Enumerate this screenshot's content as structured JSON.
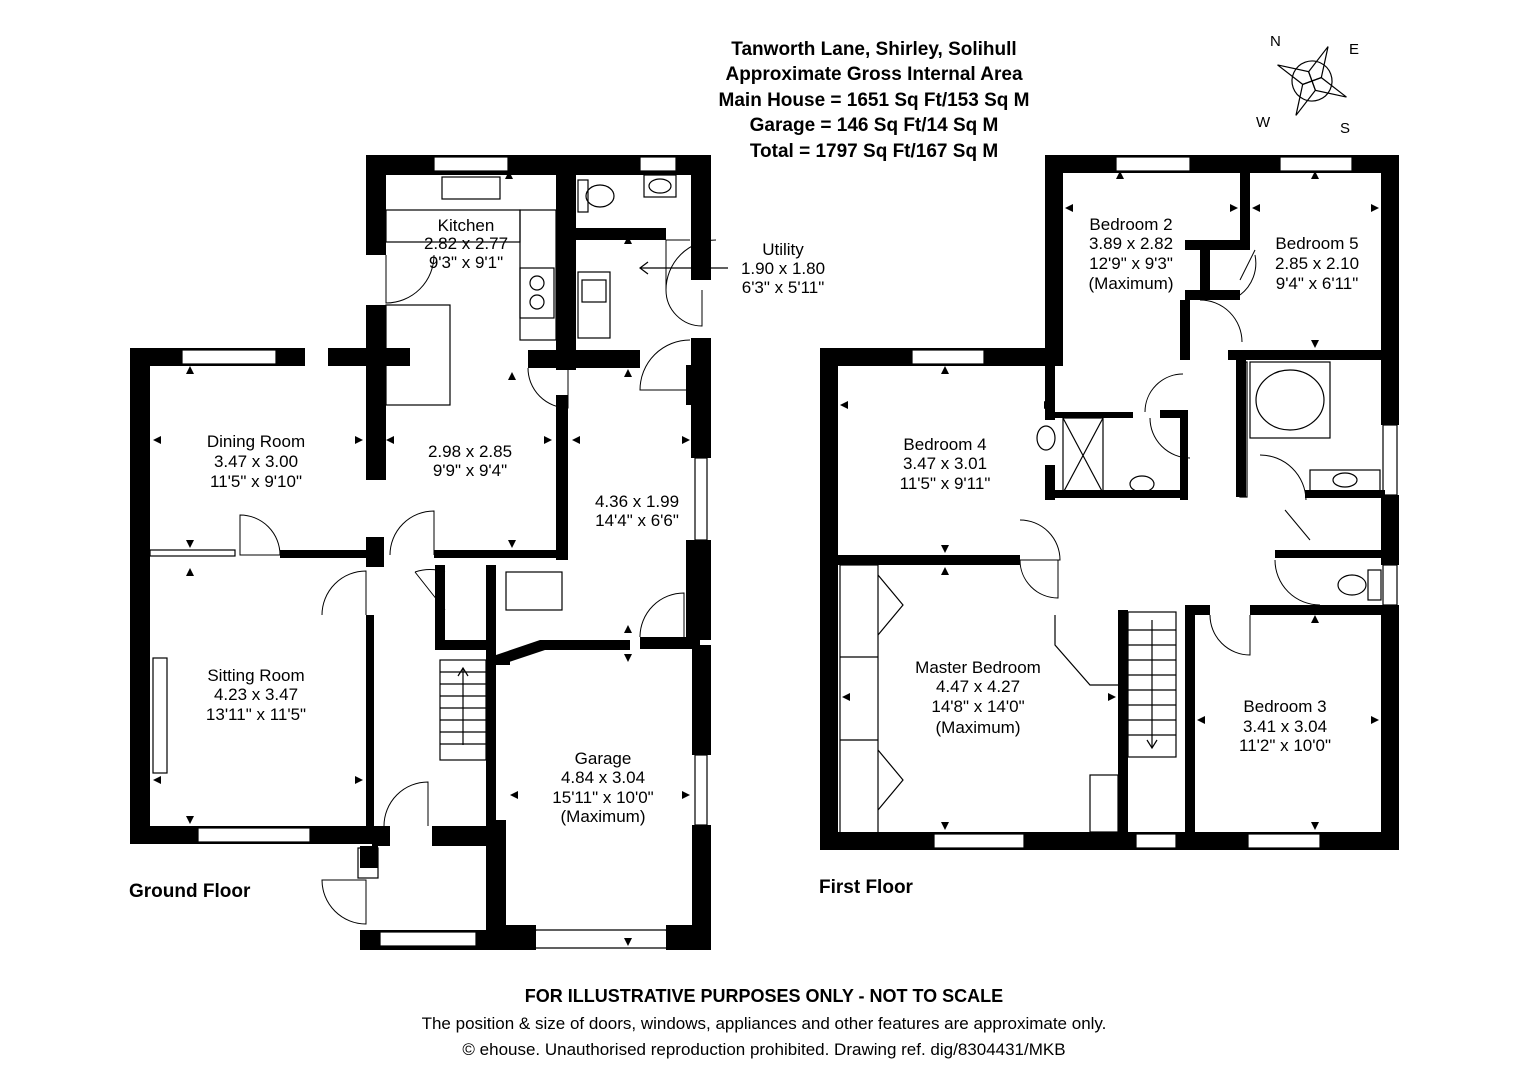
{
  "header": {
    "lines": [
      "Tanworth Lane, Shirley, Solihull",
      "Approximate Gross Internal Area",
      "Main House = 1651 Sq Ft/153 Sq M",
      "Garage = 146 Sq Ft/14 Sq M",
      "Total = 1797 Sq Ft/167 Sq M"
    ]
  },
  "compass": {
    "n": "N",
    "e": "E",
    "s": "S",
    "w": "W"
  },
  "ground_floor": {
    "label": "Ground Floor",
    "rooms": {
      "kitchen": [
        "Kitchen",
        "2.82 x 2.77",
        "9'3\" x 9'1\""
      ],
      "utility": [
        "Utility",
        "1.90 x 1.80",
        "6'3\" x 5'11\""
      ],
      "dining": [
        "Dining Room",
        "3.47 x 3.00",
        "11'5\" x 9'10\""
      ],
      "breakfast": [
        "2.98 x 2.85",
        "9'9\" x 9'4\""
      ],
      "hall": [
        "4.36 x 1.99",
        "14'4\" x 6'6\""
      ],
      "sitting": [
        "Sitting Room",
        "4.23 x 3.47",
        "13'11\" x 11'5\""
      ],
      "garage": [
        "Garage",
        "4.84 x 3.04",
        "15'11\" x 10'0\"",
        "(Maximum)"
      ]
    }
  },
  "first_floor": {
    "label": "First Floor",
    "rooms": {
      "bed2": [
        "Bedroom 2",
        "3.89 x 2.82",
        "12'9\" x 9'3\"",
        "(Maximum)"
      ],
      "bed5": [
        "Bedroom 5",
        "2.85 x 2.10",
        "9'4\" x 6'11\""
      ],
      "bed4": [
        "Bedroom 4",
        "3.47 x 3.01",
        "11'5\" x 9'11\""
      ],
      "master": [
        "Master Bedroom",
        "4.47 x 4.27",
        "14'8\" x 14'0\"",
        "(Maximum)"
      ],
      "bed3": [
        "Bedroom 3",
        "3.41 x 3.04",
        "11'2\" x 10'0\""
      ]
    }
  },
  "footer": {
    "disclaimer": "FOR ILLUSTRATIVE PURPOSES ONLY - NOT TO SCALE",
    "note": "The position & size of doors, windows, appliances and other features are approximate only.",
    "copyright": "© ehouse. Unauthorised reproduction prohibited. Drawing ref. dig/8304431/MKB"
  }
}
